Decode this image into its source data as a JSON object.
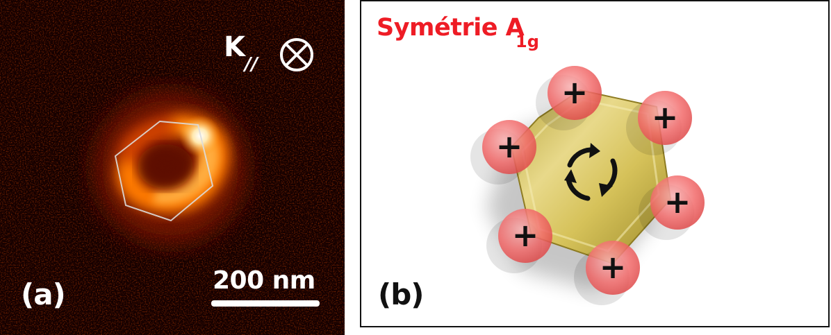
{
  "panel_a": {
    "label": "(a)",
    "k_symbol": "K",
    "k_subscript": "//",
    "k_direction_icon": "circled-times-icon",
    "scale_bar_text": "200 nm",
    "colors": {
      "background": "#1a0000",
      "glow": "#ff7a00",
      "hot": "#ffffff",
      "outline": "#d9d9d9"
    }
  },
  "panel_b": {
    "label": "(b)",
    "title": "Symétrie A",
    "title_subscript": "1g",
    "charge_sign": "+",
    "rotation_icon": "rotation-arrows-icon",
    "colors": {
      "title": "#ee1c25",
      "hexagon": "#d9c45a",
      "charge": "#f25a5a",
      "border": "#111111"
    }
  }
}
